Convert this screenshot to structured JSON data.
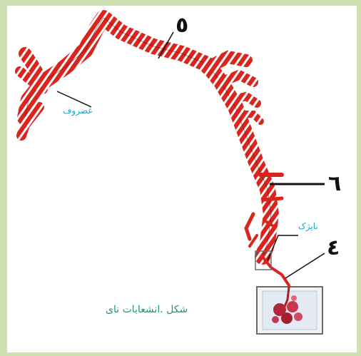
{
  "diagram": {
    "labels": {
      "label_5": "٥",
      "label_6": "٦",
      "label_4": "٤",
      "cartilage": "غضروف",
      "bronchiole": "نایژک"
    },
    "caption": "شکل .انشعابات نای",
    "colors": {
      "background_border": "#cfe0b3",
      "tissue": "#d9251d",
      "leader_line": "#111111",
      "caption": "#1f9a6b",
      "label_blue": "#21a6c9"
    }
  }
}
